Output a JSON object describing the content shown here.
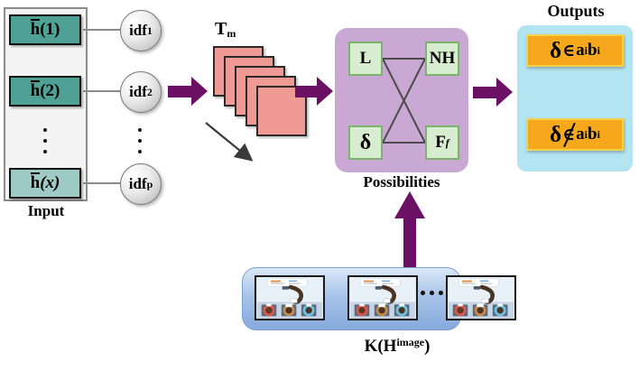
{
  "title": "Model architecture diagram",
  "input": {
    "label": "Input",
    "nodes": [
      {
        "text": "h(1)",
        "base": "h",
        "arg": "(1)",
        "italic_arg": false
      },
      {
        "text": "h(2)",
        "base": "h",
        "arg": "(2)",
        "italic_arg": false
      },
      {
        "text": "h(x)",
        "base": "h",
        "arg": "(x)",
        "italic_arg": true
      }
    ],
    "ellipsis": "⋮"
  },
  "idf": {
    "nodes": [
      {
        "base": "idf",
        "sub": "1"
      },
      {
        "base": "idf",
        "sub": "2"
      },
      {
        "base": "idf",
        "sub": "p"
      }
    ],
    "ellipsis": "⋮"
  },
  "tm": {
    "label": "T",
    "label_sub": "m",
    "matrix_count": 5
  },
  "possibilities": {
    "label": "Possibilities",
    "nodes": [
      {
        "id": "L",
        "text": "L"
      },
      {
        "id": "NH",
        "text": "NH"
      },
      {
        "id": "delta",
        "text": "δ"
      },
      {
        "id": "Ff",
        "text": "F",
        "sub": "f"
      }
    ],
    "edges": [
      [
        "L",
        "NH"
      ],
      [
        "delta",
        "Ff"
      ],
      [
        "L",
        "Ff"
      ],
      [
        "NH",
        "delta"
      ]
    ]
  },
  "outputs": {
    "title": "Outputs",
    "items": [
      {
        "delta": "δ",
        "relation": "∈",
        "term_a": "a",
        "sub_a": "i",
        "term_b": "b",
        "sub_b": "i"
      },
      {
        "delta": "δ",
        "relation": "∈",
        "negated": true,
        "term_a": "a",
        "sub_a": "i",
        "term_b": "b",
        "sub_b": "i"
      }
    ]
  },
  "knowledge": {
    "label": "K(H",
    "label_sup": "image",
    "label_tail": ")",
    "thumbnail_count": 3,
    "ellipsis": "• • •"
  },
  "colors": {
    "arrow_purple": "#6b1064",
    "teal_dark": "#4fa195",
    "teal_light": "#9dcac4",
    "matrix_pink": "#f09a96",
    "possibilities_purple": "#c9a8d4",
    "node_green_fill": "#d8ecd0",
    "node_green_border": "#7ab36a",
    "output_orange": "#f5a81c",
    "output_border": "#f2d44a",
    "output_panel_cyan": "#b3e4f2",
    "knowledge_blue": "#a7c3e8"
  }
}
